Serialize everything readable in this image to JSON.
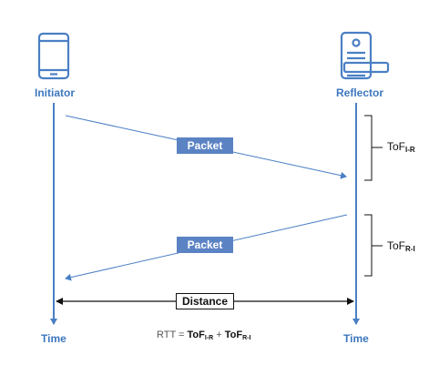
{
  "initiator": {
    "label": "Initiator",
    "icon": "smartphone-icon"
  },
  "reflector": {
    "label": "Reflector",
    "icon": "door-lock-icon"
  },
  "timeline": {
    "left_label": "Time",
    "right_label": "Time"
  },
  "packets": [
    {
      "label": "Packet",
      "direction": "initiator-to-reflector"
    },
    {
      "label": "Packet",
      "direction": "reflector-to-initiator"
    }
  ],
  "tof": [
    {
      "base": "ToF",
      "sub": "I-R"
    },
    {
      "base": "ToF",
      "sub": "R-I"
    }
  ],
  "distance": {
    "label": "Distance"
  },
  "rtt": {
    "prefix": "RTT = ",
    "term1": "ToF",
    "term1_sub": "I-R",
    "plus": " + ",
    "term2": "ToF",
    "term2_sub": "R-I"
  },
  "colors": {
    "accent": "#4a7fc4",
    "packet_fill": "#5b83c4",
    "ink": "#111111"
  }
}
